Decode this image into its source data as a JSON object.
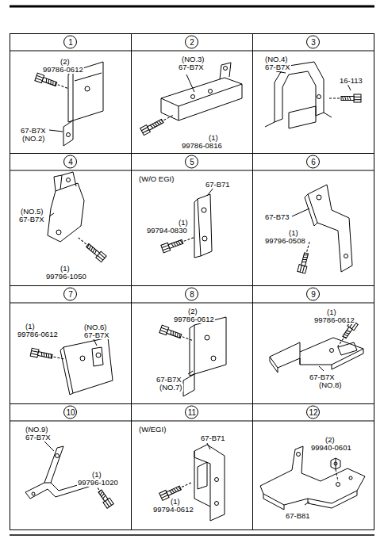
{
  "diagram": {
    "nodes": [
      {
        "text": [
          "1",
          "(2)",
          "99786-0612",
          "67-B7X",
          "(NO.2)"
        ]
      },
      {
        "text": [
          "2",
          "(NO.3)",
          "67-B7X",
          "(1)",
          "99786-0816"
        ]
      },
      {
        "text": [
          "3",
          "(NO.4)",
          "67-B7X",
          "16-113"
        ]
      },
      {
        "text": [
          "4",
          "(NO.5)",
          "67-B7X",
          "(1)",
          "99796-1050"
        ]
      },
      {
        "text": [
          "5",
          "(W/O EGI)",
          "67-B71",
          "(1)",
          "99794-0830"
        ]
      },
      {
        "text": [
          "6",
          "67-B73",
          "(1)",
          "99796-0508"
        ]
      },
      {
        "text": [
          "7",
          "(1)",
          "99786-0612",
          "(NO.6)",
          "67-B7X"
        ]
      },
      {
        "text": [
          "8",
          "(2)",
          "99786-0612",
          "67-B7X",
          "(NO.7)"
        ]
      },
      {
        "text": [
          "9",
          "(1)",
          "99786-0612",
          "67-B7X",
          "(NO.8)"
        ]
      },
      {
        "text": [
          "10",
          "(NO.9)",
          "67-B7X",
          "(1)",
          "99796-1020"
        ]
      },
      {
        "text": [
          "11",
          "(W/EGI)",
          "67-B71",
          "(1)",
          "99794-0612"
        ]
      },
      {
        "text": [
          "12",
          "(2)",
          "99940-0601",
          "67-B81"
        ]
      }
    ]
  }
}
